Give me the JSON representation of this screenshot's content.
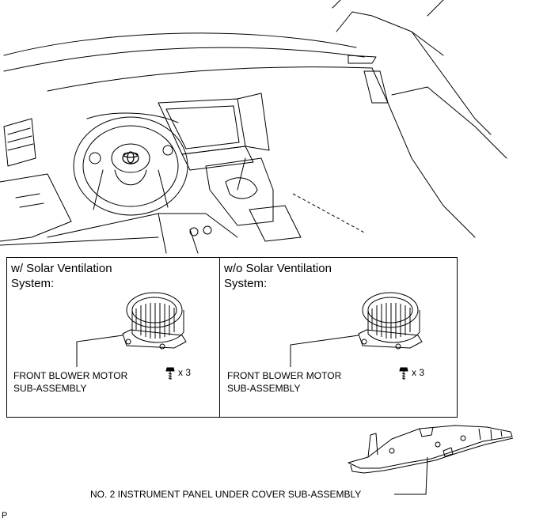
{
  "panels": [
    {
      "title_line1": "w/ Solar Ventilation",
      "title_line2": "System:",
      "part_line1": "FRONT BLOWER MOTOR",
      "part_line2": "SUB-ASSEMBLY",
      "screw_qty": "x 3"
    },
    {
      "title_line1": "w/o Solar Ventilation",
      "title_line2": "System:",
      "part_line1": "FRONT BLOWER MOTOR",
      "part_line2": "SUB-ASSEMBLY",
      "screw_qty": "x 3"
    }
  ],
  "under_cover_label": "NO. 2 INSTRUMENT PANEL UNDER COVER SUB-ASSEMBLY",
  "corner_mark": "P",
  "icons": [
    "dashboard-illustration",
    "blower-motor-icon",
    "screw-icon",
    "under-cover-bracket-icon",
    "toyota-logo-icon"
  ]
}
